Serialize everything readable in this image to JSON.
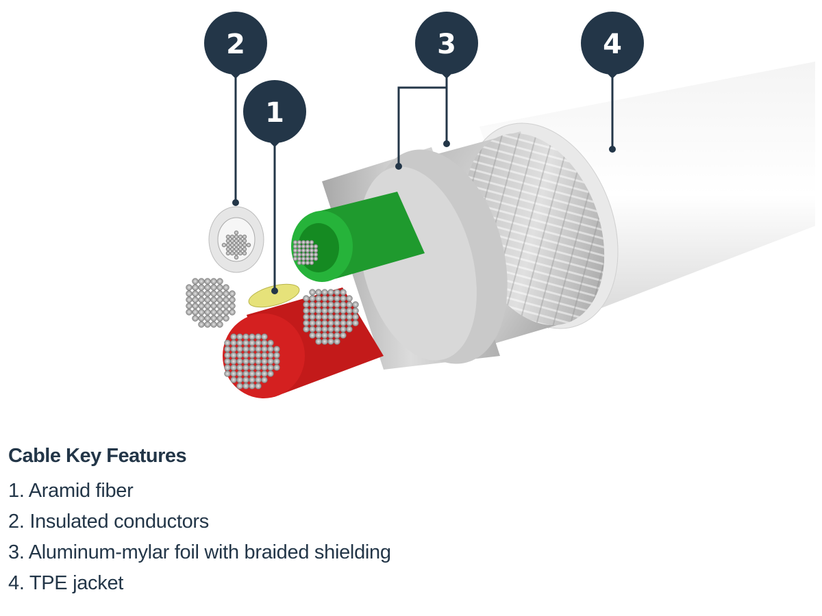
{
  "callouts": [
    {
      "number": "1"
    },
    {
      "number": "2"
    },
    {
      "number": "3"
    },
    {
      "number": "4"
    }
  ],
  "features": {
    "title": "Cable Key Features",
    "items": [
      "1. Aramid fiber",
      "2. Insulated conductors",
      "3. Aluminum-mylar foil with braided shielding",
      "4. TPE jacket"
    ]
  },
  "colors": {
    "callout": "#233648",
    "green_insulation": "#1f9a2e",
    "red_insulation": "#c31a1a",
    "aramid": "#e6e27a"
  }
}
